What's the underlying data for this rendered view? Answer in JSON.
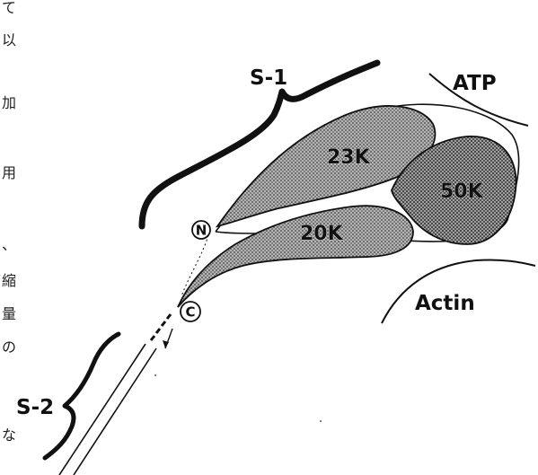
{
  "labels": {
    "s1": "S-1",
    "s2": "S-2",
    "atp": "ATP",
    "actin": "Actin",
    "k23": "23K",
    "k50": "50K",
    "k20": "20K",
    "n_terminus": "N",
    "c_terminus": "C"
  },
  "margin_text": [
    "て",
    "以",
    "加",
    "用",
    "、",
    "縮",
    "量",
    "の",
    "な"
  ],
  "colors": {
    "ink": "#111111",
    "domain_fill": "#9a9a9a",
    "background": "#ffffff"
  }
}
